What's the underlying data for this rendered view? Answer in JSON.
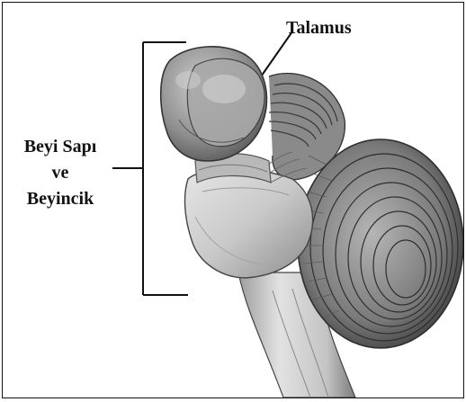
{
  "labels": {
    "talamus": "Talamus",
    "brainstem": {
      "line1": "Beyi Sapı",
      "line2": "ve",
      "line3": "Beyincik"
    }
  },
  "colors": {
    "ink": "#111111",
    "tissue_light": "#d4d4d4",
    "tissue_mid": "#9a9a9a",
    "tissue_dark": "#555555",
    "background": "#ffffff"
  }
}
